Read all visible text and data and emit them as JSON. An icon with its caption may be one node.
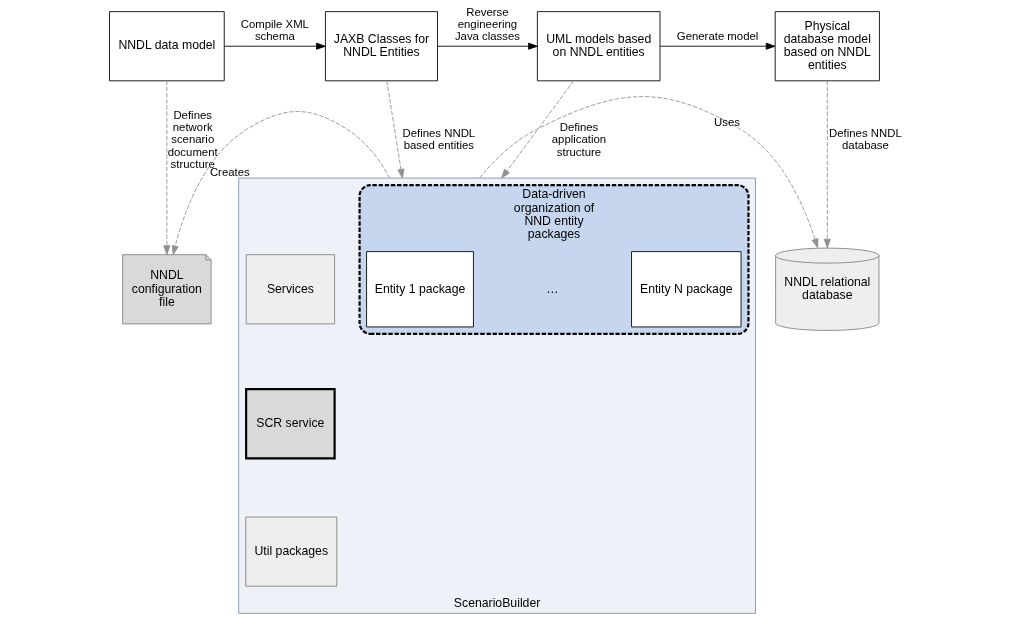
{
  "diagram": {
    "nodes": [
      {
        "text": [
          "NNDL data model"
        ]
      },
      {
        "text": [
          "JAXB Classes for NNDL Entities"
        ]
      },
      {
        "text": [
          "UML models based on NNDL entities"
        ]
      },
      {
        "text": [
          "Physical database model based on NNDL entities"
        ]
      },
      {
        "text": [
          "NNDL configuration file"
        ]
      },
      {
        "text": [
          "ScenarioBuilder"
        ]
      },
      {
        "text": [
          "Data-driven organization of NND entity packages"
        ],
        "in": 5
      },
      {
        "text": [
          "Entity 1 package"
        ],
        "in": 6
      },
      {
        "text": [
          "Entity N package"
        ],
        "in": 6
      },
      {
        "text": [
          "Services"
        ],
        "in": 5
      },
      {
        "text": [
          "SCR service"
        ],
        "in": 5
      },
      {
        "text": [
          "Util packages"
        ],
        "in": 5
      },
      {
        "text": [
          "NNDL relational database"
        ]
      }
    ],
    "edges": [
      {
        "from": 0,
        "to": 1,
        "arrow": "to",
        "label": "Compile XML schema",
        "color": "#000000"
      },
      {
        "from": 1,
        "to": 2,
        "arrow": "to",
        "label": "Reverse engineering Java classes",
        "color": "#000000"
      },
      {
        "from": 2,
        "to": 3,
        "arrow": "to",
        "label": "Generate model",
        "color": "#000000"
      },
      {
        "from": 0,
        "to": 4,
        "arrow": "to",
        "style": "dashed",
        "label": "Defines network scenario document structure"
      },
      {
        "from": 1,
        "to": 5,
        "arrow": "to",
        "style": "dashed",
        "label": "Defines NNDL based entities"
      },
      {
        "from": 2,
        "to": 5,
        "arrow": "to",
        "style": "dashed",
        "label": "Defines application structure"
      },
      {
        "from": 3,
        "to": 12,
        "arrow": "to",
        "style": "dashed",
        "label": "Defines NNDL database"
      },
      {
        "from": 5,
        "to": 4,
        "arrow": "to",
        "style": "dashed",
        "label": "Creates"
      },
      {
        "from": 5,
        "to": 12,
        "arrow": "to",
        "style": "dashed",
        "label": "Uses"
      }
    ],
    "labels": [
      "…"
    ]
  }
}
